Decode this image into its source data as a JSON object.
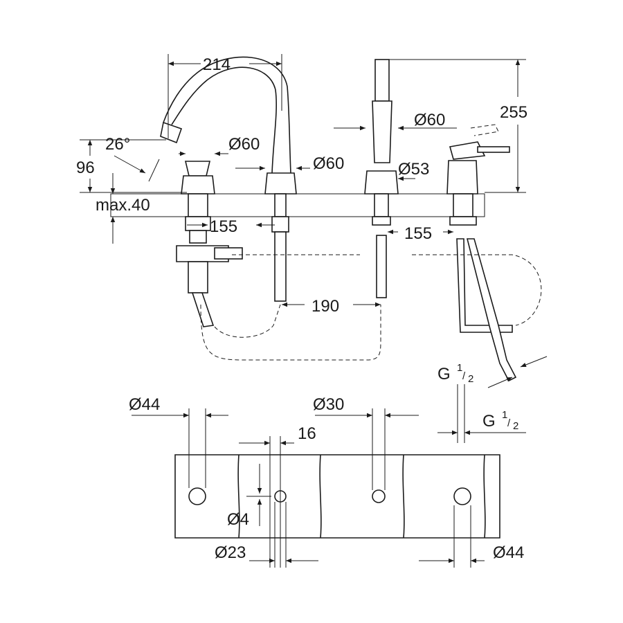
{
  "dimensions": {
    "width_top": "214",
    "height_total": "255",
    "angle": "26°",
    "height_spout": "96",
    "d_valve": "Ø60",
    "d_spout": "Ø60",
    "d_shower": "Ø60",
    "d_shower_base": "Ø53",
    "deck_max": "max.40",
    "spacing_left": "155",
    "spacing_right": "155",
    "spacing_mid": "190",
    "thread_1": {
      "g": "G",
      "num": "1",
      "slash": "/",
      "den": "2"
    },
    "thread_2": {
      "g": "G",
      "num": "1",
      "slash": "/",
      "den": "2"
    },
    "hole_left": "Ø44",
    "hole_mid": "Ø30",
    "offset": "16",
    "small_hole": "Ø4",
    "hole_small_valve": "Ø23",
    "hole_right": "Ø44"
  },
  "colors": {
    "line": "#1a1a1a",
    "background": "#ffffff"
  }
}
